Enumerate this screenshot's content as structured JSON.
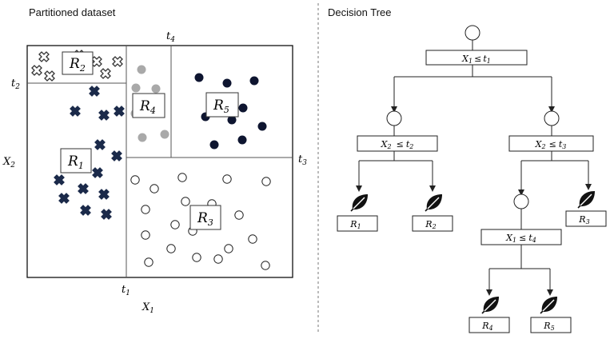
{
  "left_panel": {
    "title": "Partitioned dataset",
    "axis_x": {
      "var": "X",
      "sub": "1"
    },
    "axis_y": {
      "var": "X",
      "sub": "2"
    },
    "thresholds": {
      "t1": {
        "var": "t",
        "sub": "1"
      },
      "t2": {
        "var": "t",
        "sub": "2"
      },
      "t3": {
        "var": "t",
        "sub": "3"
      },
      "t4": {
        "var": "t",
        "sub": "4"
      }
    },
    "regions": {
      "R1": {
        "var": "R",
        "sub": "1"
      },
      "R2": {
        "var": "R",
        "sub": "2"
      },
      "R3": {
        "var": "R",
        "sub": "3"
      },
      "R4": {
        "var": "R",
        "sub": "4"
      },
      "R5": {
        "var": "R",
        "sub": "5"
      }
    },
    "marker_colors": {
      "navy_cross": "#1b2a4a",
      "gray_dot": "#a9a9a9",
      "dark_dot": "#0e1530",
      "open_circle_stroke": "#222222"
    }
  },
  "right_panel": {
    "title": "Decision Tree",
    "splits": {
      "root": {
        "lhs": "X",
        "lhs_sub": "1",
        "op": "≤",
        "rhs": "t",
        "rhs_sub": "1"
      },
      "left": {
        "lhs": "X",
        "lhs_sub": "2",
        "op": "≤",
        "rhs": "t",
        "rhs_sub": "2"
      },
      "right": {
        "lhs": "X",
        "lhs_sub": "2",
        "op": "≤",
        "rhs": "t",
        "rhs_sub": "3"
      },
      "inner": {
        "lhs": "X",
        "lhs_sub": "1",
        "op": "≤",
        "rhs": "t",
        "rhs_sub": "4"
      }
    },
    "leaves": {
      "R1": {
        "var": "R",
        "sub": "1"
      },
      "R2": {
        "var": "R",
        "sub": "2"
      },
      "R3": {
        "var": "R",
        "sub": "3"
      },
      "R4": {
        "var": "R",
        "sub": "4"
      },
      "R5": {
        "var": "R",
        "sub": "5"
      }
    },
    "icons": {
      "leaf": "leaf-icon",
      "node": "circle-node"
    }
  }
}
